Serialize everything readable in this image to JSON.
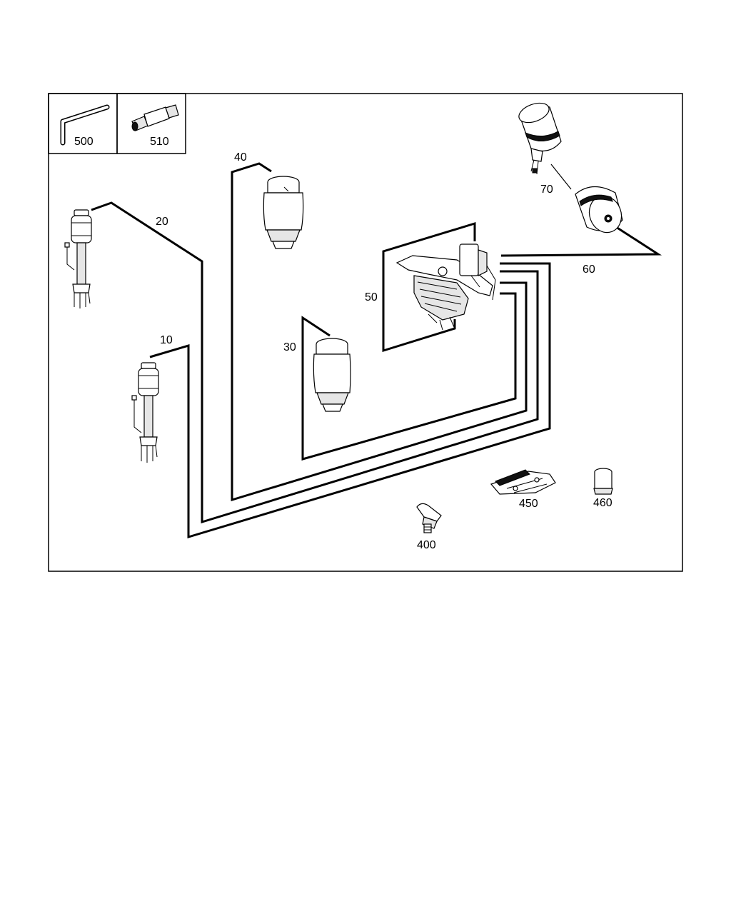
{
  "labels": {
    "p10": "10",
    "p20": "20",
    "p30": "30",
    "p40": "40",
    "p50": "50",
    "p60": "60",
    "p70": "70",
    "p400": "400",
    "p450": "450",
    "p460": "460",
    "p500": "500",
    "p510": "510"
  },
  "colors": {
    "line": "#000000",
    "background": "#ffffff",
    "part_shade": "#e6e6e6"
  }
}
